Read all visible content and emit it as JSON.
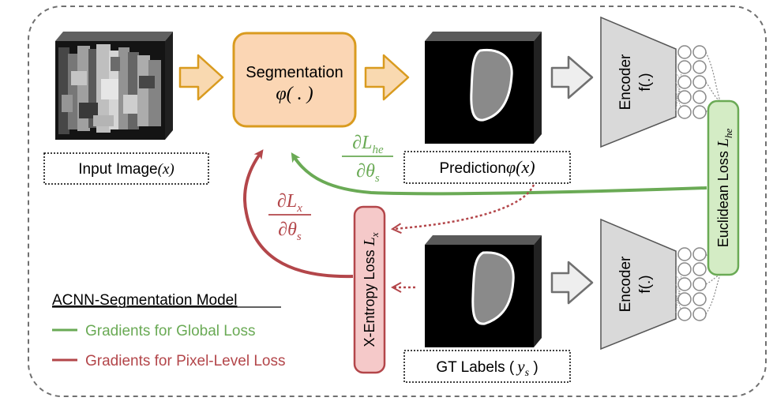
{
  "nodes": {
    "segmentation": {
      "title": "Segmentation",
      "func": "φ( . )"
    },
    "input_image": {
      "caption": "Input Image",
      "var": "(x)"
    },
    "prediction": {
      "caption": "Prediction",
      "var": "φ(x)"
    },
    "gt_labels": {
      "caption": "GT Labels (",
      "var": "y",
      "sub": "s",
      "close": " )"
    },
    "encoder_top": {
      "label": "Encoder",
      "func": "f(.)"
    },
    "encoder_bottom": {
      "label": "Encoder",
      "func": "f(.)"
    },
    "euclidean_loss": {
      "label": "Euclidean Loss ",
      "var": "L",
      "sub": "he"
    },
    "xentropy_loss": {
      "label": "X-Entropy Loss ",
      "var": "L",
      "sub": "x"
    }
  },
  "gradients": {
    "global": {
      "num": "∂L",
      "num_sub": "he",
      "den": "∂θ",
      "den_sub": "s"
    },
    "pixel": {
      "num": "∂L",
      "num_sub": "x",
      "den": "∂θ",
      "den_sub": "s"
    }
  },
  "legend": {
    "title": "ACNN-Segmentation Model",
    "items": [
      {
        "label": "Gradients for Global Loss",
        "color": "#6aaa55"
      },
      {
        "label": "Gradients for Pixel-Level Loss",
        "color": "#b3464a"
      }
    ]
  },
  "colors": {
    "orange_arrow": "#f9d9b0",
    "orange_stroke": "#d99b1f",
    "seg_fill": "#fbd6b4",
    "green": "#6aaa55",
    "red": "#b3464a",
    "encoder_fill": "#d9d9d9",
    "euclid_fill": "#d4ecc5",
    "xent_fill": "#f5c9c9"
  }
}
